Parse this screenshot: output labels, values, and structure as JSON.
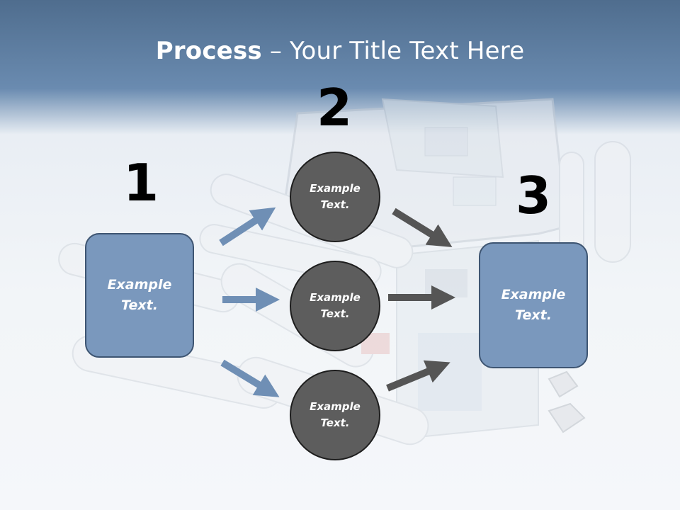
{
  "title": {
    "bold": "Process",
    "rest": " – Your Title Text Here"
  },
  "steps": [
    {
      "number": "1",
      "box_text": "Example Text."
    },
    {
      "number": "2"
    },
    {
      "number": "3",
      "box_text": "Example Text."
    }
  ],
  "circles": [
    {
      "text": "Example Text."
    },
    {
      "text": "Example Text."
    },
    {
      "text": "Example Text."
    }
  ],
  "colors": {
    "header": "#5a7aa0",
    "box_fill": "#7a98bd",
    "box_border": "#3e5572",
    "circle_fill": "#5d5d5d",
    "arrow_blue": "#6f8fb5",
    "arrow_dark": "#555555"
  }
}
